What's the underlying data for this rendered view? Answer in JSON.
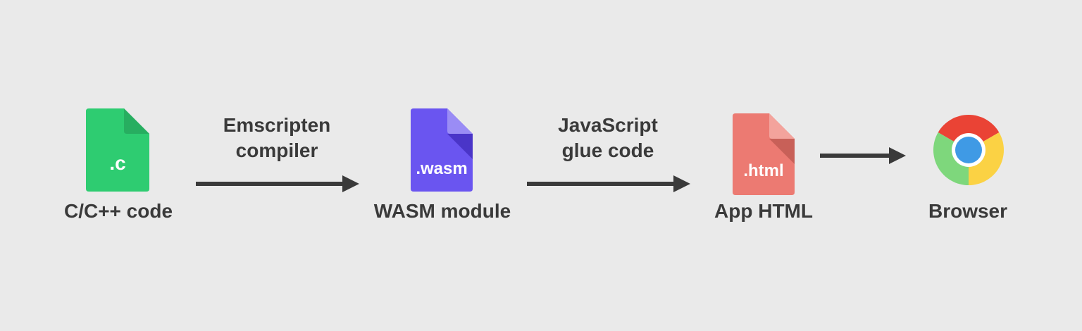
{
  "nodes": {
    "c_source": {
      "label": "C/C++ code",
      "extension": ".c",
      "color": "#2ecc71",
      "fold_color": "#27ae60",
      "icon": "file-c-icon"
    },
    "wasm": {
      "label": "WASM module",
      "extension": ".wasm",
      "color": "#6a55f0",
      "fold_color": "#4a35c8",
      "icon": "file-wasm-icon"
    },
    "html": {
      "label": "App HTML",
      "extension": ".html",
      "color": "#ec7a72",
      "fold_color": "#c86058",
      "icon": "file-html-icon"
    },
    "browser": {
      "label": "Browser",
      "icon": "chrome-icon"
    }
  },
  "edges": {
    "compile": {
      "line1": "Emscripten",
      "line2": "compiler"
    },
    "glue": {
      "line1": "JavaScript",
      "line2": "glue code"
    },
    "run": {}
  },
  "colors": {
    "background": "#eaeaea",
    "text": "#3a3a3a",
    "arrow": "#3a3a3a"
  }
}
